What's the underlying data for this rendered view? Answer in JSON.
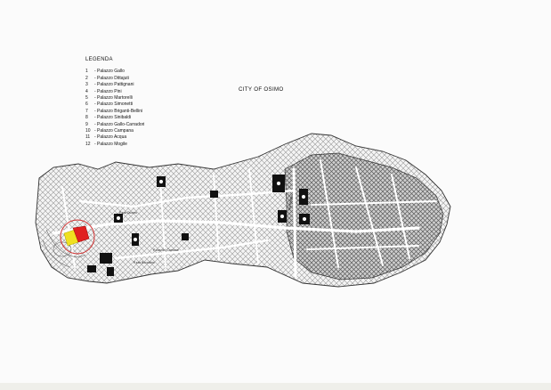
{
  "legend": {
    "title": "LEGENDA",
    "items": [
      {
        "num": "1",
        "label": "- Palazzo Gallo"
      },
      {
        "num": "2",
        "label": "- Palazzo Dittajuti"
      },
      {
        "num": "3",
        "label": "- Palazzo Pattignani"
      },
      {
        "num": "4",
        "label": "- Palazzo Pini"
      },
      {
        "num": "5",
        "label": "- Palazzo Martorelli"
      },
      {
        "num": "6",
        "label": "- Palazzo Simonetti"
      },
      {
        "num": "7",
        "label": "- Palazzo Briganti-Bellini"
      },
      {
        "num": "8",
        "label": "- Palazzo Sinibaldi"
      },
      {
        "num": "9",
        "label": "- Palazzo Gallo-Carradori"
      },
      {
        "num": "10",
        "label": "- Palazzo Campana"
      },
      {
        "num": "11",
        "label": "- Palazzo Acqua"
      },
      {
        "num": "12",
        "label": "- Palazzo Mogile"
      }
    ]
  },
  "map": {
    "title": "CITY OF OSIMO",
    "street_labels": [
      "P.zza del Comune",
      "P.zza Duomo",
      "Via Cialdini",
      "P.zza Boccolino"
    ],
    "highlight": {
      "color_primary": "#e02020",
      "color_secondary": "#f0e020",
      "outline": "#d03030"
    }
  }
}
